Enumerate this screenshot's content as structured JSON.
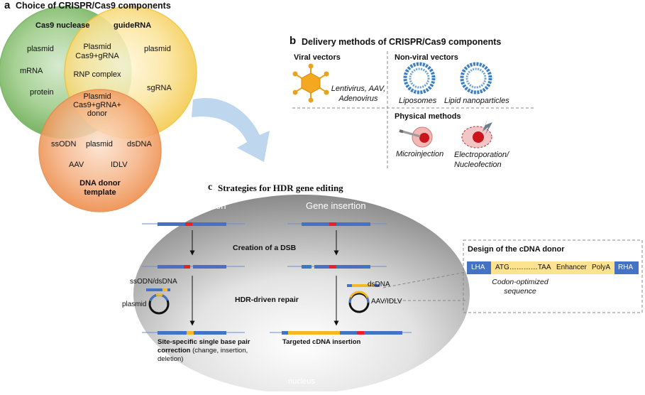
{
  "panel_a": {
    "letter": "a",
    "title": "Choice of CRISPR/Cas9 components",
    "cas9": {
      "title": "Cas9 nuclease",
      "items": [
        "plasmid",
        "mRNA",
        "protein"
      ]
    },
    "guide": {
      "title": "guideRNA",
      "items": [
        "plasmid",
        "sgRNA"
      ]
    },
    "donor": {
      "title_line1": "DNA donor",
      "title_line2": "template",
      "items": [
        "ssODN",
        "plasmid",
        "dsDNA",
        "AAV",
        "IDLV"
      ]
    },
    "overlap_cas9_guide": {
      "line1": "Plasmid",
      "line2": "Cas9+gRNA"
    },
    "overlap_center": "RNP complex",
    "overlap_all": {
      "line1": "Plasmid",
      "line2": "Cas9+gRNA+",
      "line3": "donor"
    }
  },
  "panel_b": {
    "letter": "b",
    "title": "Delivery methods of CRISPR/Cas9 components",
    "viral": {
      "heading": "Viral vectors",
      "line1": "Lentivirus, AAV,",
      "line2": "Adenovirus"
    },
    "nonviral": {
      "heading": "Non-viral vectors",
      "liposomes": "Liposomes",
      "lipid_np": "Lipid nanoparticles"
    },
    "physical": {
      "heading": "Physical methods",
      "microinjection": "Microinjection",
      "electroporation_line1": "Electroporation/",
      "electroporation_line2": "Nucleofection"
    }
  },
  "panel_c": {
    "letter": "c",
    "title": "Strategies for HDR gene editing",
    "gene_correction": "Gene correction",
    "gene_insertion": "Gene insertion",
    "dsb": "Creation of a DSB",
    "hdr": "HDR-driven repair",
    "ssodn_dsdna": "ssODN/dsDNA",
    "plasmid": "plasmid",
    "dsdna": "dsDNA",
    "aav_idlv": "AAV/IDLV",
    "correction_result": {
      "line1": "Site-specific single base pair",
      "line2_bold": "correction",
      "line2_rest": " (change, insertion,",
      "line3": "deletion)"
    },
    "insertion_result": "Targeted cDNA insertion",
    "nucleus": "nucleus"
  },
  "donor_design": {
    "title": "Design of the cDNA donor",
    "segments": [
      "LHA",
      "ATG…………TAA",
      "Enhancer",
      "PolyA",
      "RHA"
    ],
    "caption_line1": "Codon-optimized",
    "caption_line2": "sequence"
  },
  "colors": {
    "cas9_green": "#7fb96a",
    "guide_yellow": "#f7d264",
    "donor_orange": "#ef8c4c",
    "dna_blue": "#4472c4",
    "mutation_red": "#e8202a",
    "insert_yellow": "#f5b724",
    "arrow_blue": "#b7d1ec",
    "nucleus_gray": "#8c8c8c"
  }
}
